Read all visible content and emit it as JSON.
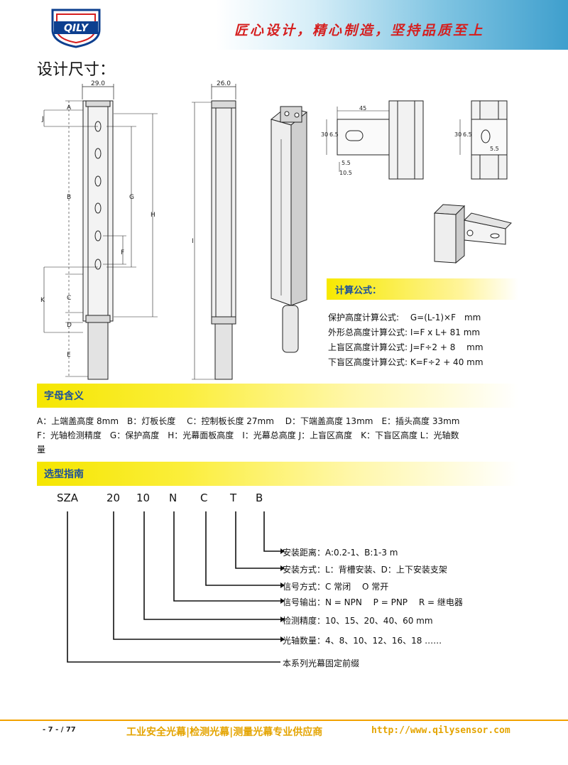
{
  "header": {
    "logo_text": "QILY",
    "slogan": "匠心设计，精心制造，坚持品质至上"
  },
  "page_title": "设计尺寸：",
  "drawings": {
    "front_width": "29.0",
    "side_width": "26.0",
    "dim_labels": [
      "A",
      "B",
      "C",
      "D",
      "E",
      "F",
      "G",
      "H",
      "I",
      "J",
      "K"
    ],
    "bracket_dims": [
      "45",
      "30",
      "6.5",
      "5.5",
      "10.5",
      "30",
      "6.5",
      "5.5"
    ]
  },
  "formulas": {
    "title": "计算公式：",
    "lines": [
      "保护高度计算公式:　 G=(L-1)×F　mm",
      "外形总高度计算公式: I=F x L+ 81 mm",
      "上盲区高度计算公式: J=F÷2 + 8　 mm",
      "下盲区高度计算公式: K=F÷2 + 40 mm"
    ]
  },
  "letters": {
    "title": "字母含义",
    "line1": "A：上端盖高度 8mm　B：灯板长度　 C：控制板长度 27mm　 D：下端盖高度 13mm　E：插头高度 33mm",
    "line2": "F：光轴检测精度　G：保护高度　H：光幕面板高度　I：光幕总高度 J：上盲区高度　K：下盲区高度 L：光轴数",
    "line3": "量"
  },
  "guide": {
    "title": "选型指南",
    "codes": [
      "SZA",
      "20",
      "10",
      "N",
      "C",
      "T",
      "B"
    ],
    "options": [
      "安装距离：A:0.2-1、B:1-3 m",
      "安装方式：L：背槽安装、D：上下安装支架",
      "信号方式：C 常闭　 O 常开",
      "信号输出：N = NPN　 P = PNP　 R = 继电器",
      "检测精度：10、15、20、40、60 mm",
      "光轴数量：4、8、10、12、16、18 ……",
      "本系列光幕固定前缀"
    ]
  },
  "footer": {
    "page": "- 7 -  /  77",
    "text": "工业安全光幕|检测光幕|测量光幕专业供应商",
    "url": "http://www.qilysensor.com"
  }
}
